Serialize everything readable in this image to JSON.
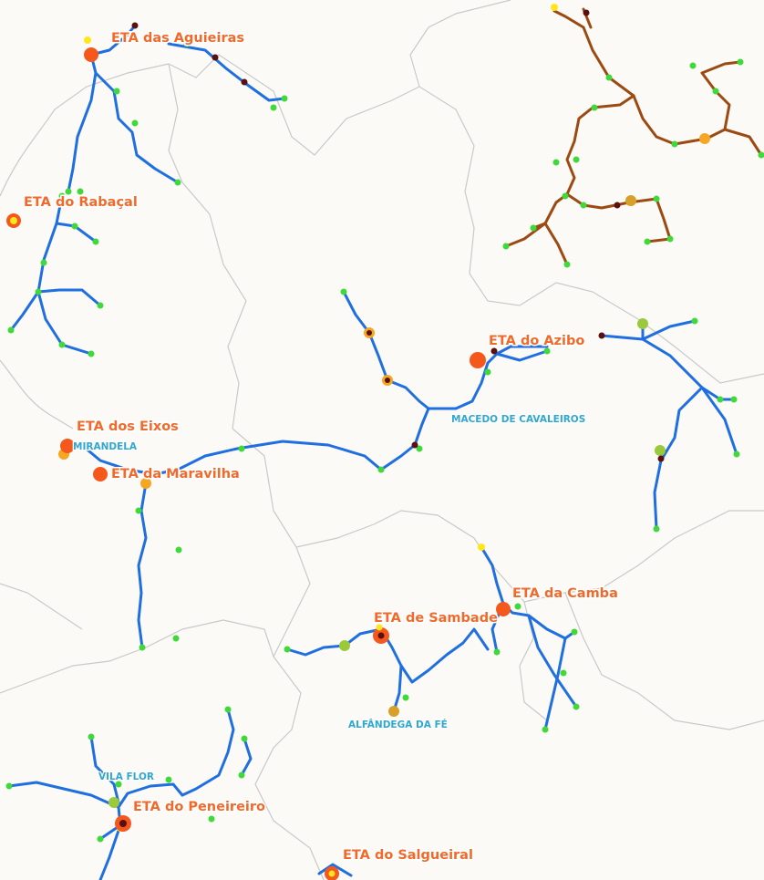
{
  "map": {
    "colors": {
      "background": "#fbfaf7",
      "border": "#c9c9c9",
      "river_blue": "#1f6fe0",
      "river_brown": "#9c4a12",
      "eta_label": "#f06a2b",
      "town_label": "#2fa7cf",
      "eta_marker": "#f4581c",
      "point_green": "#3fd93a",
      "point_yellow": "#ffe61a",
      "point_orange": "#f5a623",
      "point_darkred": "#5a0f12"
    },
    "treatment_plants": [
      {
        "label": "ETA das Aguieiras"
      },
      {
        "label": "ETA do Rabaçal"
      },
      {
        "label": "ETA do Azibo"
      },
      {
        "label": "ETA dos Eixos"
      },
      {
        "label": "ETA da Maravilha"
      },
      {
        "label": "ETA da Camba"
      },
      {
        "label": "ETA de Sambade"
      },
      {
        "label": "ETA do Peneireiro"
      },
      {
        "label": "ETA do Salgueiral"
      }
    ],
    "towns": [
      {
        "label": "MIRANDELA"
      },
      {
        "label": "MACEDO DE CAVALEIROS"
      },
      {
        "label": "ALFÂNDEGA DA FÉ"
      },
      {
        "label": "VILA FLOR"
      }
    ]
  }
}
